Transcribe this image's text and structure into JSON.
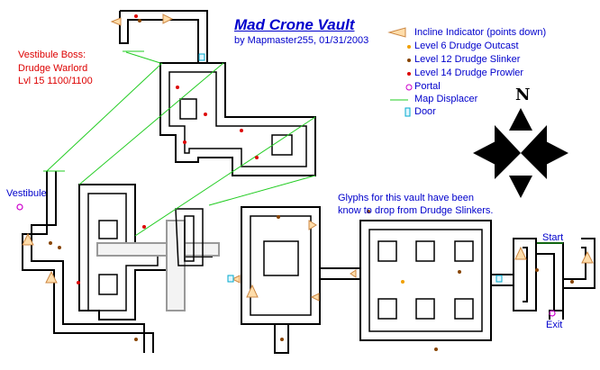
{
  "title": "Mad Crone Vault",
  "byline": "by Mapmaster255, 01/31/2003",
  "boss": {
    "line1": "Vestibule Boss:",
    "line2": "Drudge Warlord",
    "line3": "Lvl 15 1100/1100"
  },
  "labels": {
    "vestibule": "Vestibule",
    "start": "Start",
    "exit": "Exit",
    "glyphs_line1": "Glyphs for this vault have been",
    "glyphs_line2": "know to drop from Drudge Slinkers."
  },
  "compass": {
    "north_glyph": "N"
  },
  "legend": [
    {
      "label": "Incline Indicator (points down)",
      "icon": "incline-icon",
      "color": "#ffcc88"
    },
    {
      "label": "Level 6 Drudge Outcast",
      "icon": "dot-icon",
      "color": "#f0a000"
    },
    {
      "label": "Level 12 Drudge Slinker",
      "icon": "dot-icon",
      "color": "#884400"
    },
    {
      "label": "Level 14 Drudge Prowler",
      "icon": "dot-icon",
      "color": "#dd0000"
    },
    {
      "label": "Portal",
      "icon": "portal-icon",
      "color": "#cc00cc"
    },
    {
      "label": "Map Displacer",
      "icon": "displacer-line-icon",
      "color": "#22cc22"
    },
    {
      "label": "Door",
      "icon": "door-icon",
      "color": "#00aacc"
    }
  ]
}
